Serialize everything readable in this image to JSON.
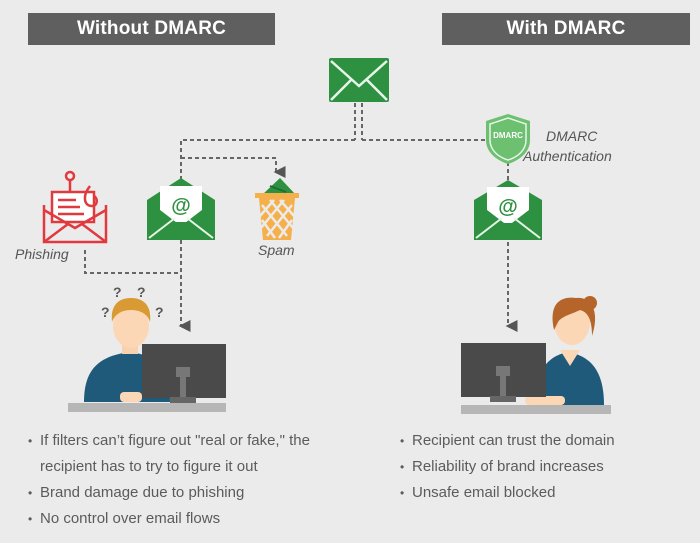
{
  "headers": {
    "left": "Without DMARC",
    "right": "With DMARC"
  },
  "labels": {
    "phishing": "Phishing",
    "spam": "Spam",
    "dmarc_line1": "DMARC",
    "dmarc_line2": "Authentication",
    "shield_text": "DMARC",
    "at_symbol": "@",
    "question_mark": "?"
  },
  "icons": {
    "top": "email-envelope-icon",
    "phishing": "phishing-hook-envelope-icon",
    "legit_left": "open-email-at-icon",
    "spam": "spam-trash-bin-icon",
    "shield": "dmarc-shield-icon",
    "legit_right": "open-email-at-icon",
    "confused_user": "confused-man-at-computer-icon",
    "confident_user": "woman-at-computer-icon"
  },
  "colors": {
    "header_bg": "#5f5f5f",
    "green": "#2e9142",
    "shield_green": "#6cc070",
    "phishing_red": "#e03a3e",
    "spam_orange": "#f5b04c",
    "shirt_blue": "#205a7a",
    "monitor": "#4a4a4a"
  },
  "left_bullets": [
    "If filters can’t figure out \"real or fake,\" the recipient has to try to figure it out",
    "Brand damage due to phishing",
    "No control over email flows"
  ],
  "right_bullets": [
    "Recipient can trust the domain",
    "Reliability of brand increases",
    "Unsafe email blocked"
  ]
}
